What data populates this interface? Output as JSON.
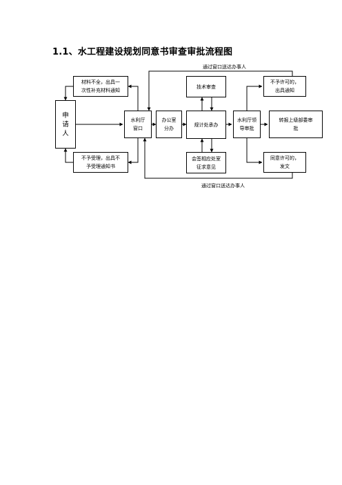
{
  "title": "1.1、水工程建设规划同意书审查审批流程图",
  "boxes": {
    "applicant": [
      "申",
      "请",
      "人"
    ],
    "incomplete": [
      "材料不全，出具一",
      "次性补充材料通知"
    ],
    "reject": [
      "不予受理，出具不",
      "予受理通知书"
    ],
    "window": [
      "水利厅",
      "窗口"
    ],
    "office": [
      "办公室",
      "分办"
    ],
    "planning": [
      "规计处承办"
    ],
    "tech": [
      "技术审查"
    ],
    "consult": [
      "会签相应处室",
      "征求意见"
    ],
    "leader": [
      "水利厅领",
      "导审批"
    ],
    "report": [
      "转报上级部委审",
      "批"
    ],
    "deny": [
      "不予许可的，",
      "出具通知"
    ],
    "approve": [
      "同意许可的，",
      "发文"
    ]
  },
  "labels": {
    "top": "通过窗口送达办事人",
    "bottom": "通过窗口送达办事人"
  }
}
